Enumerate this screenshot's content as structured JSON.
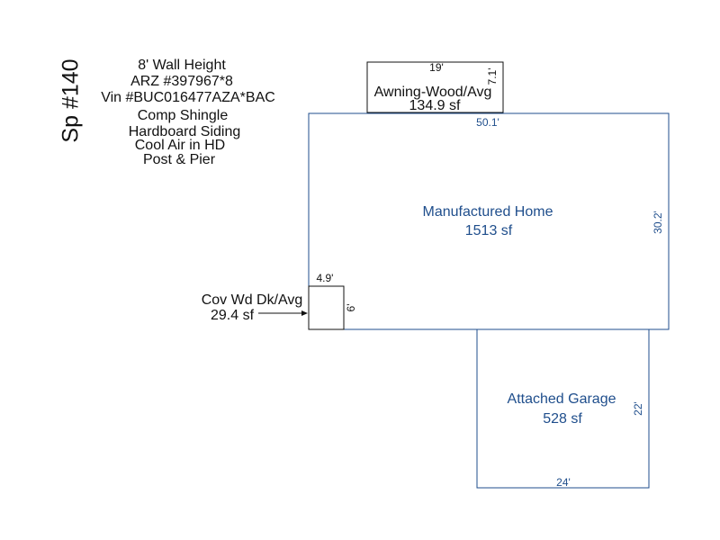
{
  "title": "Sp #140",
  "notes": [
    "8' Wall Height",
    "ARZ #397967*8",
    "Vin #BUC016477AZA*BAC",
    "Comp Shingle",
    "Hardboard Siding",
    "Cool Air in HD",
    "Post & Pier"
  ],
  "colors": {
    "outline_blue": "#1f4e8c",
    "text_black": "#111111"
  },
  "areas": {
    "awning": {
      "name": "Awning-Wood/Avg",
      "area": "134.9 sf",
      "width": "19'",
      "depth": "7.1'"
    },
    "home": {
      "name": "Manufactured Home",
      "area": "1513 sf",
      "width": "50.1'",
      "depth": "30.2'"
    },
    "deck": {
      "name": "Cov Wd Dk/Avg",
      "area": "29.4 sf",
      "width": "4.9'",
      "depth": "6'"
    },
    "garage": {
      "name": "Attached Garage",
      "area": "528 sf",
      "width": "24'",
      "depth": "22'"
    }
  }
}
